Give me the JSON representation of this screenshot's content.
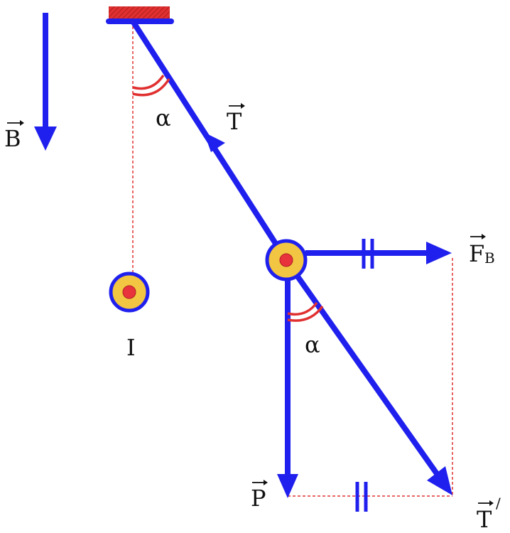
{
  "labels": {
    "magnetic_field": "B",
    "tension": "T",
    "angle_top": "α",
    "current": "I",
    "magnetic_force": "F",
    "magnetic_force_subscript": "B",
    "angle_bottom": "α",
    "weight": "P",
    "resultant_tension": "T",
    "resultant_prime": "/"
  },
  "colors": {
    "vector": "#2020ee",
    "angle_arc": "#e03030",
    "guide_line": "#e03030",
    "support": "#e03030",
    "wire_fill": "#f2c542",
    "wire_core": "#e8323c",
    "text": "#111111"
  }
}
